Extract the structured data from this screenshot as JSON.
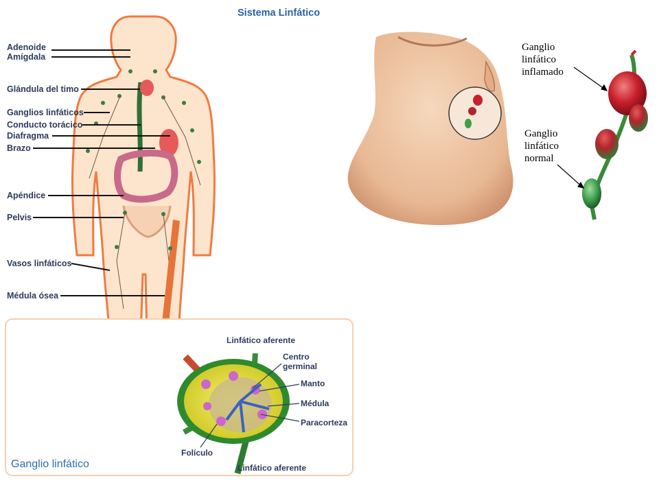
{
  "title": "Sistema Linfático",
  "body_labels": [
    "Adenoide",
    "Amígdala",
    "Glándula del timo",
    "Ganglios linfáticos",
    "Conducto torácico",
    "Diafragma",
    "Brazo",
    "Apéndice",
    "Pelvis",
    "Vasos linfáticos",
    "Médula ósea"
  ],
  "node_box": {
    "title": "Ganglio linfático",
    "labels": {
      "afferent_top": "Linfático aferente",
      "germinal_center_1": "Centro",
      "germinal_center_2": "germinal",
      "mantle": "Manto",
      "medulla": "Médula",
      "paracortex": "Paracorteza",
      "follicle": "Folículo",
      "afferent_bottom": "Linfático aferente"
    }
  },
  "neck_labels": {
    "inflamed_1": "Ganglio",
    "inflamed_2": "linfático",
    "inflamed_3": "inflamado",
    "normal_1": "Ganglio",
    "normal_2": "linfático",
    "normal_3": "normal"
  },
  "colors": {
    "title": "#2a62a6",
    "label": "#2e3a5c",
    "body_outline": "#f07a40",
    "body_fill": "#fde4cc",
    "node_yellow": "#e6e23a",
    "node_green": "#2f8a2e",
    "inflamed_red": "#c8202c",
    "normal_green": "#3e9e4e",
    "skin": "#f1c9a6"
  }
}
